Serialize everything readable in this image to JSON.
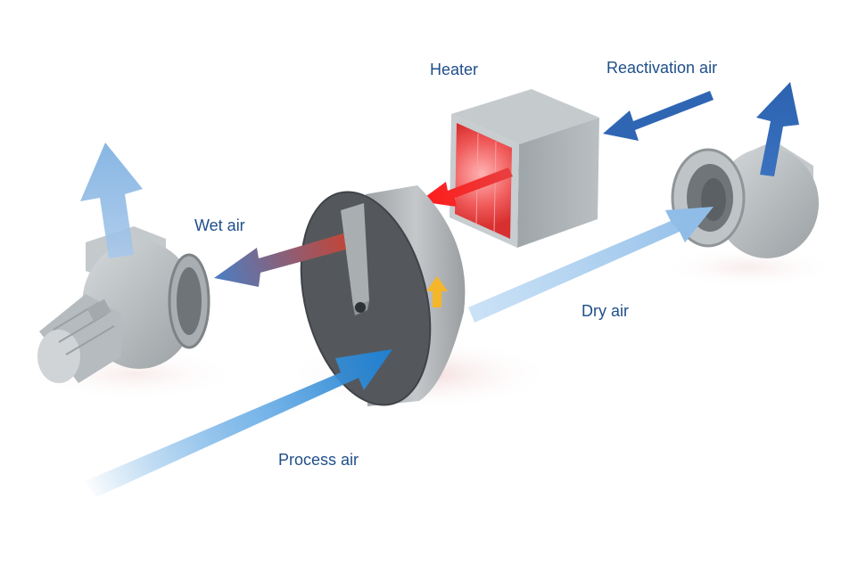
{
  "labels": {
    "heater": "Heater",
    "reactivation_air": "Reactivation air",
    "wet_air": "Wet air",
    "dry_air": "Dry air",
    "process_air": "Process air"
  },
  "colors": {
    "label_text": "#1f4f8a",
    "process_air": "#1e7fd0",
    "dry_air": "#9cc6ee",
    "reactivation_air": "#2f66b4",
    "hot_air": "#ee2222",
    "wet_air_blue": "#4a7fc4",
    "wet_air_red": "#b04038",
    "wheel": "#54585c",
    "metal": "#b9bfc2",
    "rotation_arrow": "#f5b62a"
  },
  "icons": {
    "rotation": "rotation-arrow-icon"
  }
}
